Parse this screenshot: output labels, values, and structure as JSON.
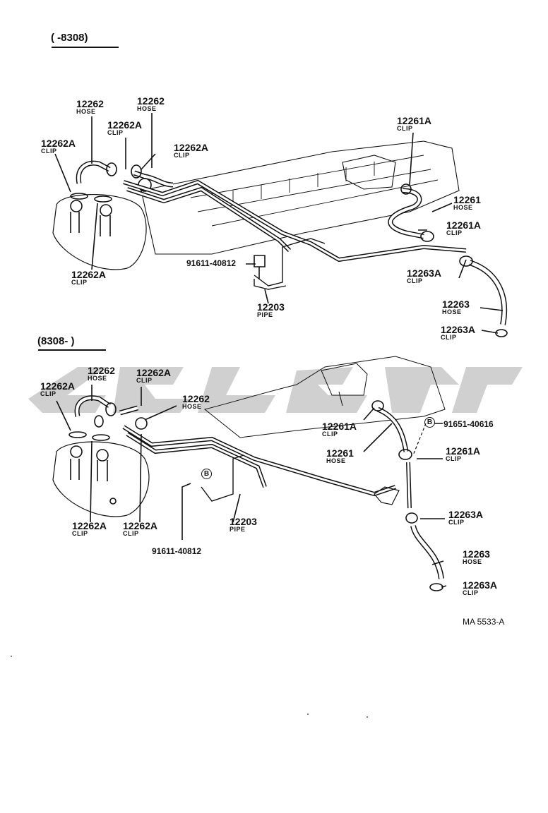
{
  "headers": {
    "top": "(     -8308)",
    "bottom": "(8308-      )"
  },
  "top_labels": [
    {
      "part": "12262",
      "desc": "HOSE"
    },
    {
      "part": "12262",
      "desc": "HOSE"
    },
    {
      "part": "12262A",
      "desc": "CLIP"
    },
    {
      "part": "12262A",
      "desc": "CLIP"
    },
    {
      "part": "12262A",
      "desc": "CLIP"
    },
    {
      "part": "12262A",
      "desc": "CLIP"
    },
    {
      "part": "12261A",
      "desc": "CLIP"
    },
    {
      "part": "12261",
      "desc": "HOSE"
    },
    {
      "part": "12261A",
      "desc": "CLIP"
    },
    {
      "part": "12263A",
      "desc": "CLIP"
    },
    {
      "part": "12263",
      "desc": "HOSE"
    },
    {
      "part": "12263A",
      "desc": "CLIP"
    },
    {
      "part": "12203",
      "desc": "PIPE"
    },
    {
      "part": "91611-40812",
      "desc": ""
    }
  ],
  "bottom_labels": [
    {
      "part": "12262",
      "desc": "HOSE"
    },
    {
      "part": "12262A",
      "desc": "CLIP"
    },
    {
      "part": "12262A",
      "desc": "CLIP"
    },
    {
      "part": "12262",
      "desc": "HOSE"
    },
    {
      "part": "12262A",
      "desc": "CLIP"
    },
    {
      "part": "12262A",
      "desc": "CLIP"
    },
    {
      "part": "12261A",
      "desc": "CLIP"
    },
    {
      "part": "12261",
      "desc": "HOSE"
    },
    {
      "part": "91651-40616",
      "desc": ""
    },
    {
      "part": "12261A",
      "desc": "CLIP"
    },
    {
      "part": "12263A",
      "desc": "CLIP"
    },
    {
      "part": "12263",
      "desc": "HOSE"
    },
    {
      "part": "12263A",
      "desc": "CLIP"
    },
    {
      "part": "12203",
      "desc": "PIPE"
    },
    {
      "part": "91611-40812",
      "desc": ""
    }
  ],
  "bolt_marker": "B",
  "figure_code": "MA  5533-A"
}
